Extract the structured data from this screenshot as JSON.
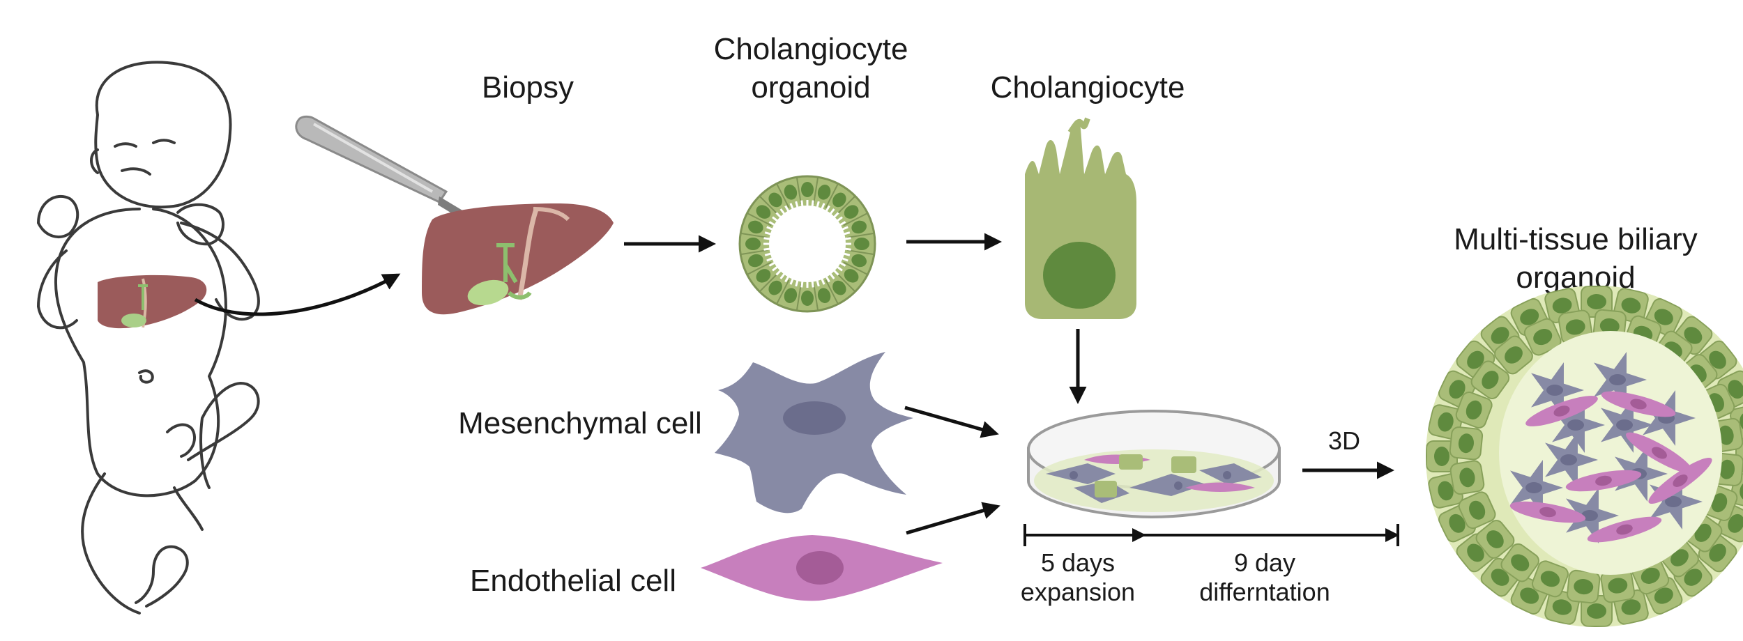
{
  "labels": {
    "biopsy": "Biopsy",
    "organoid_line1": "Cholangiocyte",
    "organoid_line2": "organoid",
    "cholangiocyte": "Cholangiocyte",
    "mesenchymal": "Mesenchymal cell",
    "endothelial": "Endothelial cell",
    "multi_line1": "Multi-tissue biliary",
    "multi_line2": "organoid",
    "three_d": "3D",
    "expansion_line1": "5 days",
    "expansion_line2": "expansion",
    "diff_line1": "9 day",
    "diff_line2": "differntation"
  },
  "colors": {
    "liver": "#9b5b5b",
    "cholangiocyte_green": "#a9bd78",
    "nucleus_green": "#5f8a3e",
    "mesenchymal": "#878aa5",
    "mesenchymal_nucleus": "#6b6d8c",
    "endothelial": "#c77fbd",
    "endothelial_nucleus": "#a45c97",
    "lumen_light": "#eef4d6"
  },
  "icons": [
    "infant-outline",
    "scalpel-icon",
    "liver-icon",
    "petri-dish-icon",
    "arrow-icon"
  ]
}
